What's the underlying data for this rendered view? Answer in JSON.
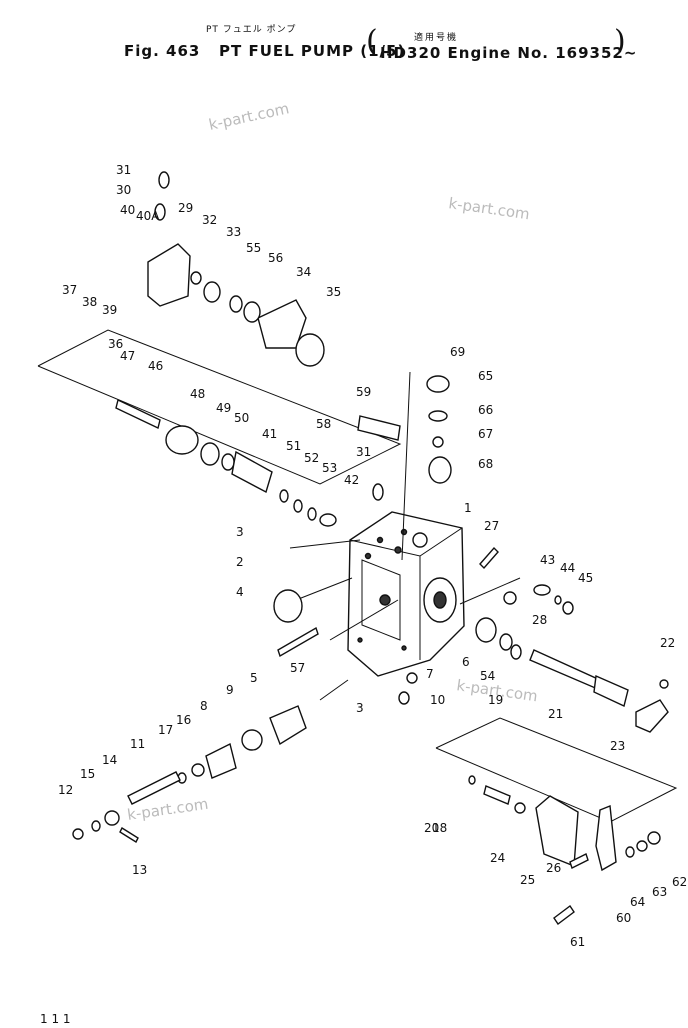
{
  "header": {
    "jp_pump": "PT フュエル ポンプ",
    "jp_applicable": "適用号機",
    "fig_label": "Fig. 463",
    "title": "PT FUEL PUMP (1/5)",
    "applicability": "HD320 Engine No. 169352~"
  },
  "watermark": "k-part.com",
  "page_number": "1 1 1",
  "part_labels": [
    "1",
    "2",
    "3",
    "3",
    "4",
    "5",
    "6",
    "7",
    "8",
    "9",
    "10",
    "11",
    "12",
    "13",
    "14",
    "15",
    "16",
    "17",
    "18",
    "19",
    "20",
    "21",
    "22",
    "23",
    "24",
    "25",
    "26",
    "27",
    "28",
    "29",
    "30",
    "31",
    "31",
    "32",
    "33",
    "34",
    "35",
    "36",
    "37",
    "38",
    "39",
    "40",
    "40A",
    "41",
    "42",
    "43",
    "44",
    "45",
    "46",
    "47",
    "48",
    "49",
    "50",
    "51",
    "52",
    "53",
    "54",
    "55",
    "56",
    "57",
    "58",
    "59",
    "60",
    "61",
    "62",
    "63",
    "64",
    "65",
    "66",
    "67",
    "68",
    "69"
  ]
}
